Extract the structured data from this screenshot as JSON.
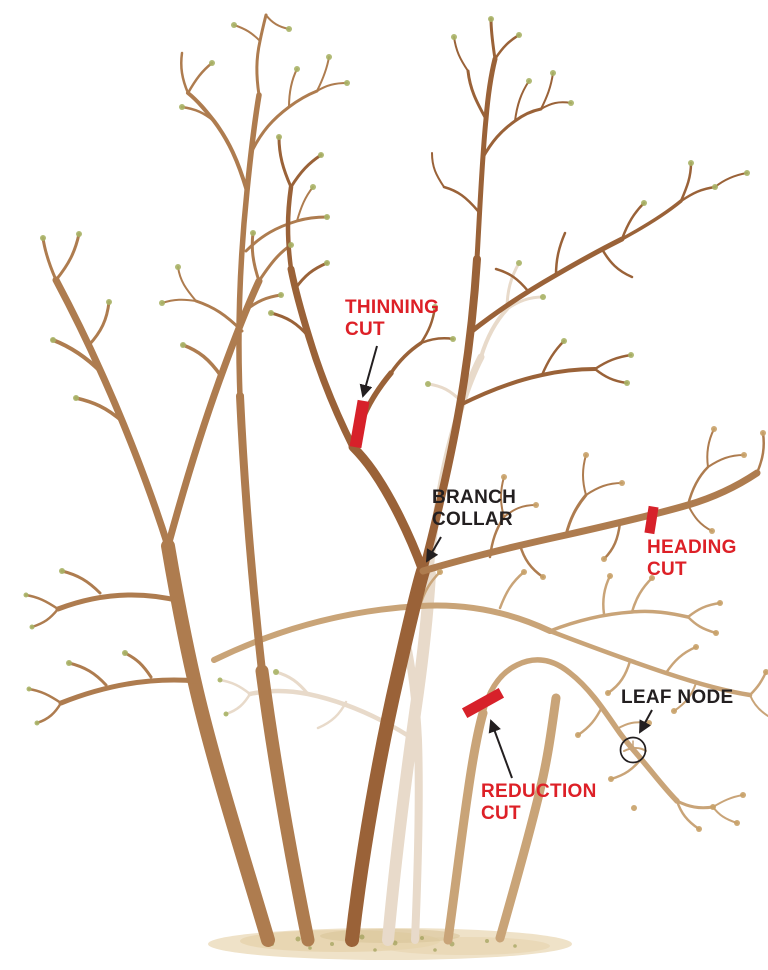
{
  "diagram": {
    "description": "Watercolor illustration of a bare multi-stemmed shrub annotated with pruning cut types"
  },
  "labels": {
    "thinning_cut": {
      "text": "THINNING\nCUT"
    },
    "branch_collar": {
      "text": "BRANCH\nCOLLAR"
    },
    "heading_cut": {
      "text": "HEADING\nCUT"
    },
    "leaf_node": {
      "text": "LEAF NODE"
    },
    "reduction_cut": {
      "text": "REDUCTION\nCUT"
    }
  },
  "colors": {
    "label_red": "#DD2027",
    "label_black": "#231F20",
    "cut_mark_red": "#D7212A",
    "branch_dark_brown": "#9A6238",
    "branch_mid_brown": "#AE7C4F",
    "branch_light_brown": "#C9A478",
    "branch_pale": "#E8DACA",
    "bud_green": "#A9B266",
    "bud_tan": "#C8A168",
    "ground_tan": "#EFE2C8",
    "moss_green": "#9A9C52",
    "background": "#FFFFFF"
  }
}
